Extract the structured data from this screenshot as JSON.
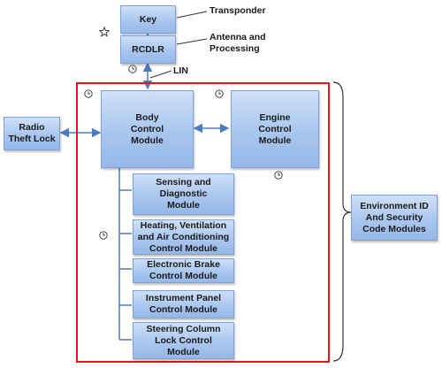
{
  "nodes": {
    "key": "Key",
    "rcdlr": "RCDLR",
    "bcm": "Body\nControl\nModule",
    "ecm": "Engine\nControl\nModule",
    "radio": "Radio\nTheft Lock",
    "sdm": "Sensing and\nDiagnostic\nModule",
    "hvac": "Heating, Ventilation\nand Air Conditioning\nControl Module",
    "ebcm": "Electronic Brake\nControl Module",
    "ipc": "Instrument Panel\nControl Module",
    "sclcm": "Steering Column\nLock Control\nModule",
    "env": "Environment ID\nAnd Security\nCode Modules"
  },
  "labels": {
    "transponder": "Transponder",
    "antenna": "Antenna and\nProcessing",
    "lin": "LIN"
  },
  "colors": {
    "box_fill": "#a9c6ee",
    "box_border": "#7ea3d6",
    "frame_red": "#e8141b",
    "connector": "#4a7bc0"
  },
  "icons": [
    "star-icon",
    "clock-icon"
  ]
}
